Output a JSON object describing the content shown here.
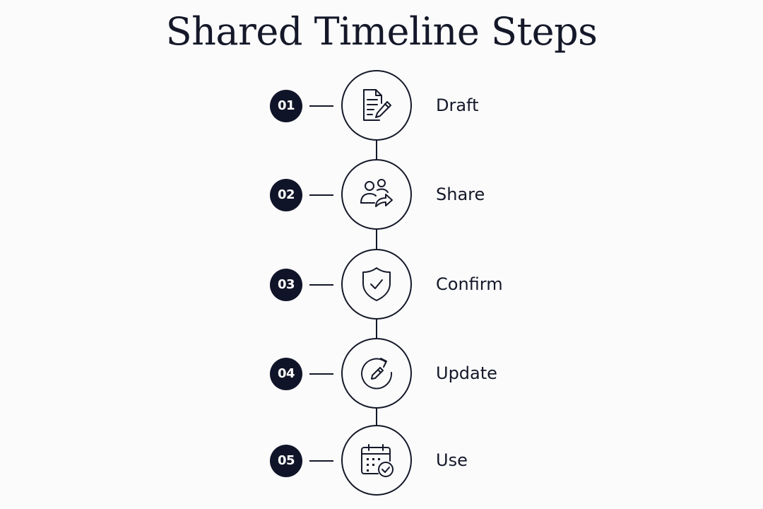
{
  "title": "Shared Timeline Steps",
  "colors": {
    "ink": "#141829",
    "badge": "#101428",
    "background": "#fbfbfb"
  },
  "steps": [
    {
      "number": "01",
      "label": "Draft",
      "icon": "document-edit-icon"
    },
    {
      "number": "02",
      "label": "Share",
      "icon": "users-share-icon"
    },
    {
      "number": "03",
      "label": "Confirm",
      "icon": "shield-check-icon"
    },
    {
      "number": "04",
      "label": "Update",
      "icon": "refresh-edit-icon"
    },
    {
      "number": "05",
      "label": "Use",
      "icon": "calendar-check-icon"
    }
  ]
}
